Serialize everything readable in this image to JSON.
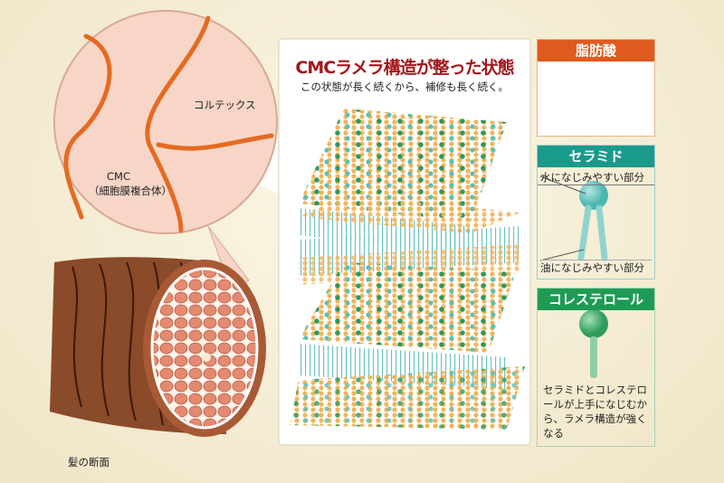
{
  "left": {
    "label_cortex": "コルテックス",
    "label_cmc": "CMC",
    "label_cmc_sub": "（細胞膜複合体）",
    "label_hair_section": "髪の断面"
  },
  "center": {
    "title": "CMCラメラ構造が整った状態",
    "subtitle": "この状態が長く続くから、補修も長く続く。"
  },
  "fatty_acid": {
    "title": "脂肪酸",
    "color": "#e05a1e"
  },
  "ceramide": {
    "title": "セラミド",
    "water_label": "水になじみやすい部分",
    "oil_label": "油になじみやすい部分",
    "color": "#1a9a8c"
  },
  "cholesterol": {
    "title": "コレステロール",
    "description": "セラミドとコレステロールが上手になじむから、ラメラ構造が強くなる",
    "color": "#1f9a55"
  },
  "title_color": "#a3181e"
}
